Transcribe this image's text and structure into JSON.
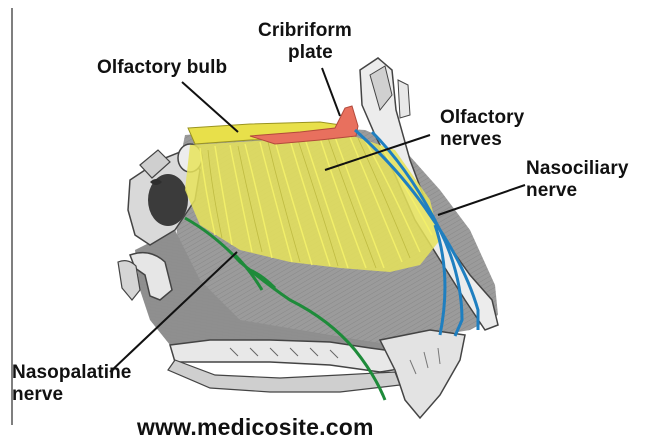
{
  "labels": {
    "cribriform_plate": [
      "Cribriform",
      "plate"
    ],
    "olfactory_bulb": "Olfactory bulb",
    "olfactory_nerves": [
      "Olfactory",
      "nerves"
    ],
    "nasociliary_nerve": [
      "Nasociliary",
      "nerve"
    ],
    "nasopalatine_nerve": [
      "Nasopalatine",
      "nerve"
    ]
  },
  "watermark": "www.medicosite.com",
  "colors": {
    "olfactory_bulb": "#e8e04a",
    "olfactory_nerves": "#e6e35a",
    "cribriform_plate": "#e8705e",
    "nasociliary_nerve": "#1f7fc0",
    "nasopalatine_nerve": "#1e8b3a",
    "bone": "#c8c8c8",
    "mucosa": "#9a9a9a"
  }
}
